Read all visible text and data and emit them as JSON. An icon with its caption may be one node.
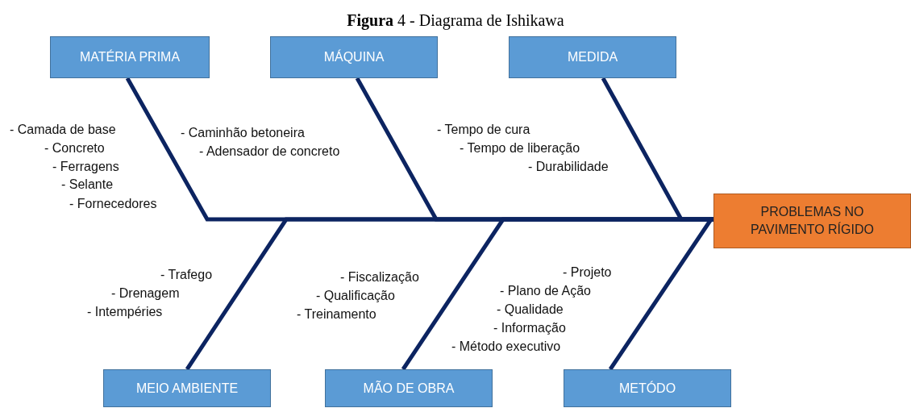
{
  "diagram": {
    "title": "**Figura** 4 - Diagrama de Ishikawa",
    "nodes": [
      {
        "text": [
          "MATÉRIA PRIMA"
        ],
        "beside": [
          "- Camada de base",
          "- Concreto",
          "- Ferragens",
          "- Selante",
          "- Fornecedores"
        ]
      },
      {
        "text": [
          "MÁQUINA"
        ],
        "beside": [
          "- Caminhão betoneira",
          "- Adensador de concreto"
        ]
      },
      {
        "text": [
          "MEDIDA"
        ],
        "beside": [
          "- Tempo de cura",
          "- Tempo de liberação",
          "- Durabilidade"
        ]
      },
      {
        "text": [
          "MEIO AMBIENTE"
        ],
        "beside": [
          "- Trafego",
          "- Drenagem",
          "- Intempéries"
        ]
      },
      {
        "text": [
          "MÃO DE OBRA"
        ],
        "beside": [
          "- Fiscalização",
          "- Qualificação",
          "- Treinamento"
        ]
      },
      {
        "text": [
          "METÓDO"
        ],
        "beside": [
          "- Projeto",
          "- Plano de Ação",
          "- Qualidade",
          "- Informação",
          "- Método executivo"
        ]
      },
      {
        "text": [
          "PROBLEMAS NO PAVIMENTO RÍGIDO"
        ]
      }
    ],
    "edges": [
      {
        "from": 0,
        "to": 6,
        "arrow": "none"
      },
      {
        "from": 1,
        "to": 6,
        "arrow": "none"
      },
      {
        "from": 2,
        "to": 6,
        "arrow": "none"
      },
      {
        "from": 3,
        "to": 6,
        "arrow": "none"
      },
      {
        "from": 4,
        "to": 6,
        "arrow": "none"
      },
      {
        "from": 5,
        "to": 6,
        "arrow": "none"
      }
    ]
  }
}
